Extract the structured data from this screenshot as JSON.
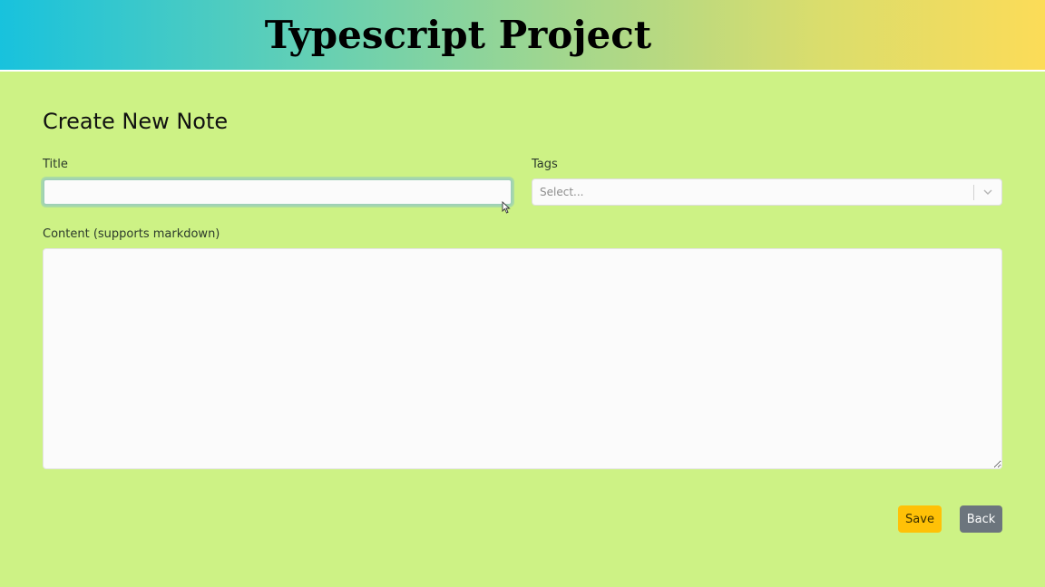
{
  "header": {
    "title": "Typescript Project"
  },
  "form": {
    "heading": "Create New Note",
    "title_label": "Title",
    "title_value": "",
    "tags_label": "Tags",
    "tags_placeholder": "Select...",
    "content_label": "Content (supports markdown)",
    "content_value": ""
  },
  "actions": {
    "save_label": "Save",
    "back_label": "Back"
  },
  "icons": {
    "tags_dropdown": "chevron-down-icon",
    "pointer": "mouse-cursor-icon"
  },
  "colors": {
    "page_background": "#cdf285",
    "banner_gradient_start": "#18c2dd",
    "banner_gradient_end": "#fcdc58",
    "save_button": "#ffc107",
    "back_button": "#6c757d"
  }
}
